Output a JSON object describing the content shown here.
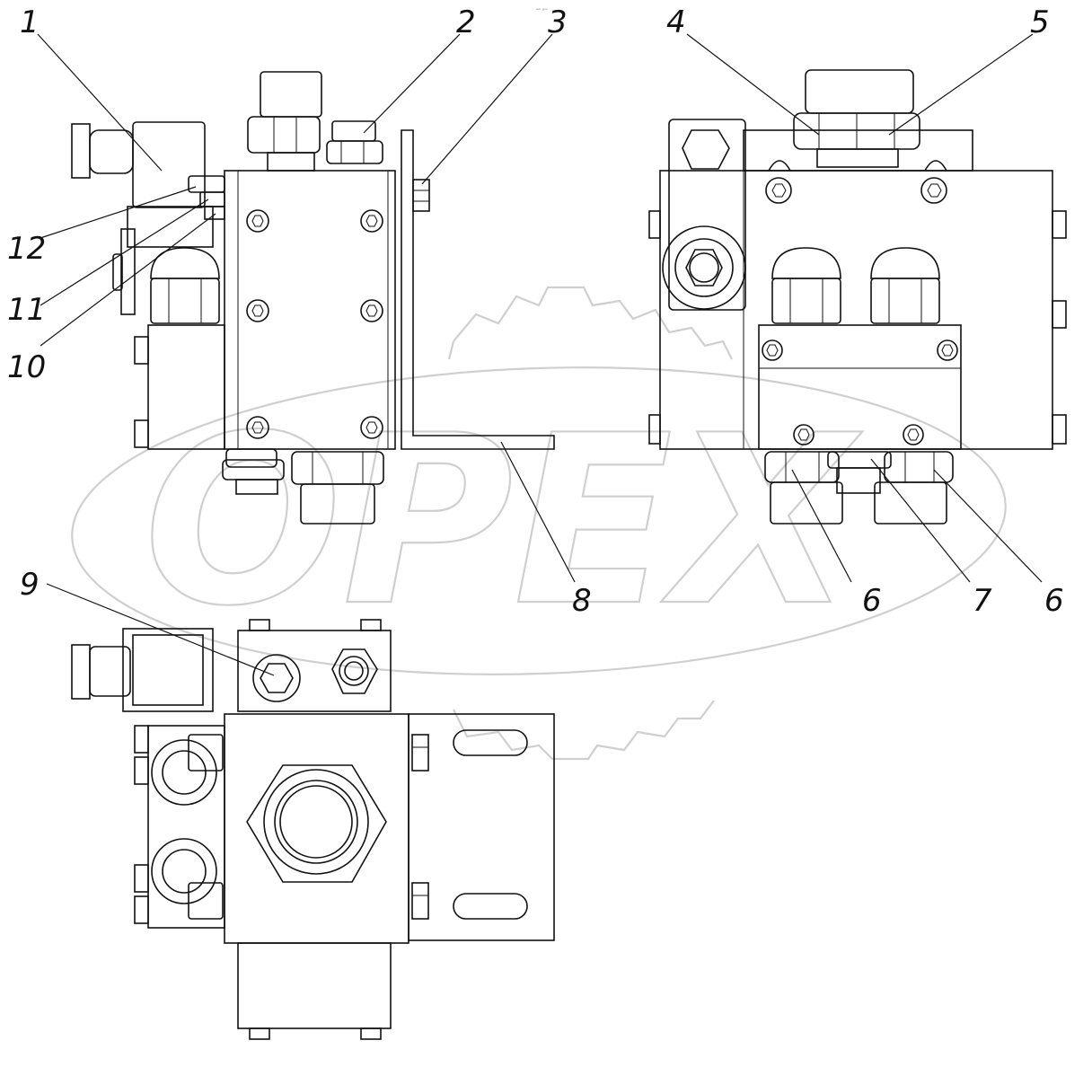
{
  "watermark": {
    "text": "OPEX"
  },
  "tiny_mark": "ᵉᵐ ᵍᵒᵒ",
  "callouts": {
    "c1": "1",
    "c2": "2",
    "c3": "3",
    "c4": "4",
    "c5": "5",
    "c6a": "6",
    "c6b": "6",
    "c7": "7",
    "c8": "8",
    "c9": "9",
    "c10": "10",
    "c11": "11",
    "c12": "12"
  }
}
